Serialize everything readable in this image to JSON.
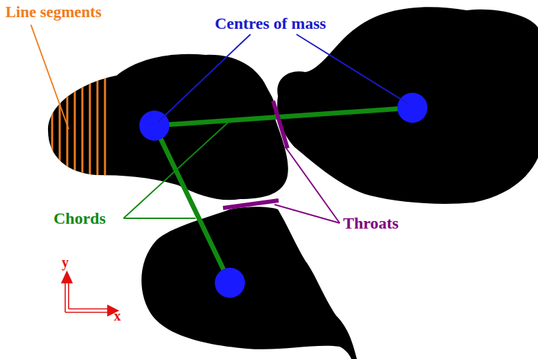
{
  "diagram": {
    "labels": [
      "Line segments",
      "Centres of mass",
      "Chords",
      "Throats",
      "y",
      "x"
    ]
  }
}
